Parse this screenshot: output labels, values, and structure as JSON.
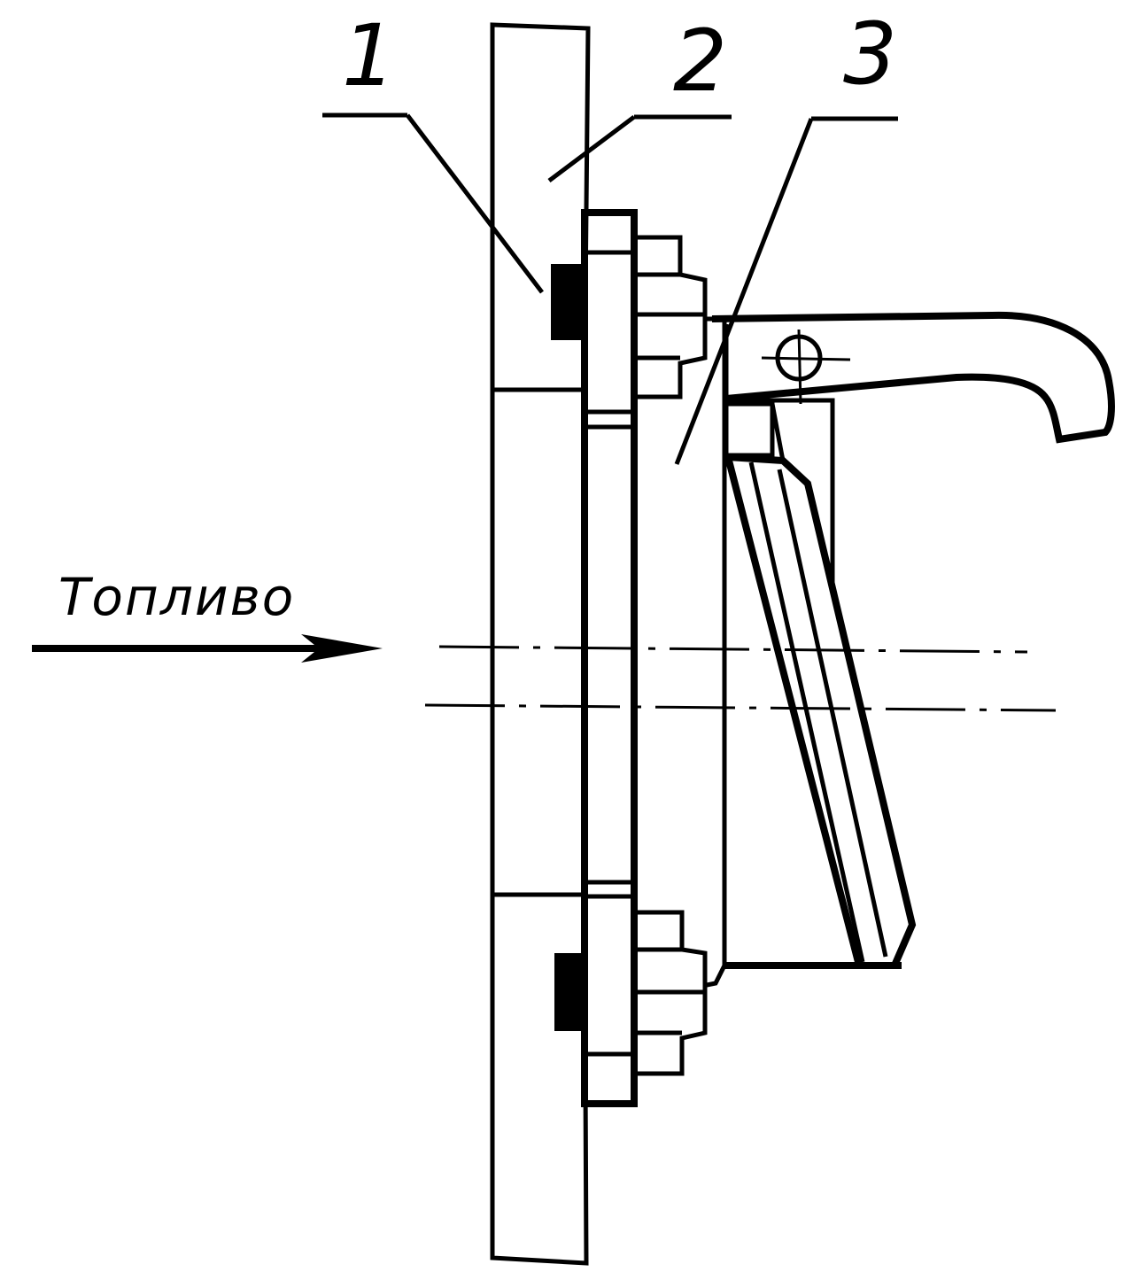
{
  "labels": {
    "part_1": "1",
    "part_2": "2",
    "part_3": "3",
    "flow": "Топливо"
  }
}
